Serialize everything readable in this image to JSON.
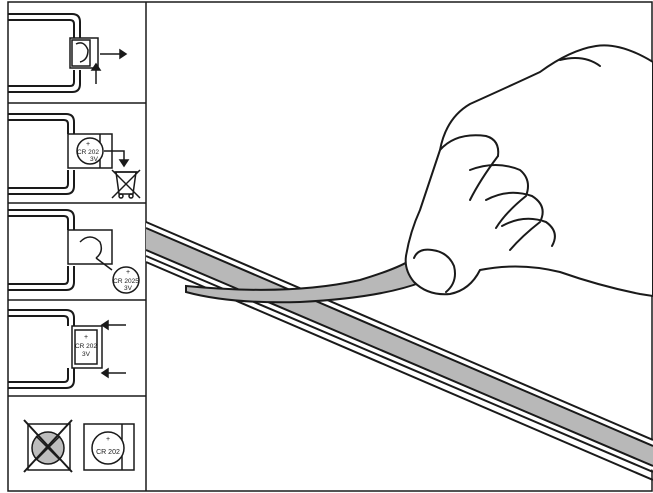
{
  "battery_label": "CR 2025",
  "battery_voltage": "3V",
  "battery_label_short": "CR 202",
  "polarity_mark": "+",
  "colors": {
    "line": "#1a1a1a",
    "strip_fill": "#b8b8b8",
    "background": "#ffffff"
  },
  "icons": [
    "arrow-icon",
    "crossed-bin-icon",
    "battery-icon",
    "hand-icon",
    "crossed-battery-icon"
  ]
}
